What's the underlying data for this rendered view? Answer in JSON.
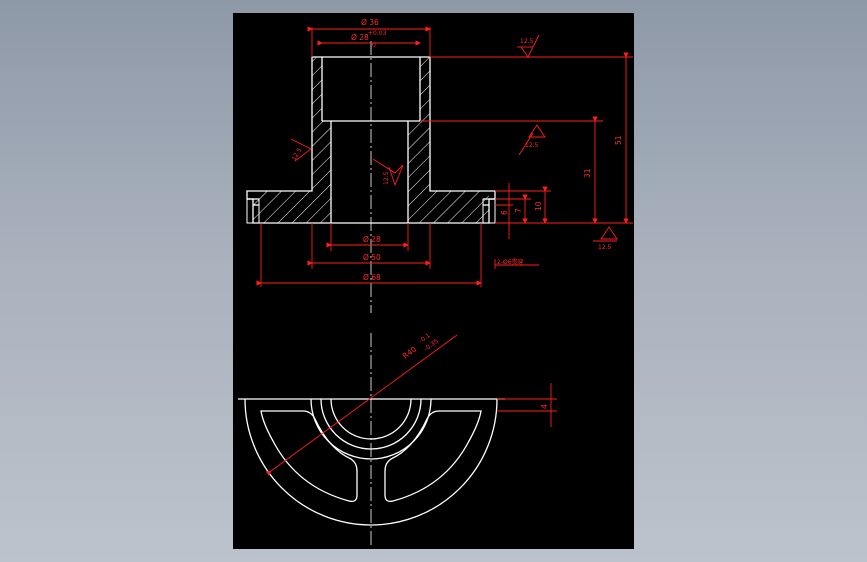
{
  "colors": {
    "background": "#9aa4b1",
    "sheet": "#000000",
    "geometry": "#ffffff",
    "dimension": "#ff1e1e"
  },
  "dims": {
    "d36": "Ø 36",
    "d28": "Ø 28",
    "d28_upper": "+0.03",
    "d28_lower": "0",
    "d28b": "Ø 28",
    "d50": "Ø 50",
    "d68": "Ø 68",
    "h51": "51",
    "h31": "31",
    "h10": "10",
    "h7": "7",
    "h6": "6",
    "holes": "2-Ø6贯穿",
    "arc": "R40",
    "arc_upper": "-0.1",
    "arc_lower": "-0.35",
    "h4": "4"
  },
  "roughness": {
    "r1": "12.5",
    "r2": "12.5",
    "r3": "12.5",
    "r4": "12.5",
    "r5": "12.5"
  }
}
